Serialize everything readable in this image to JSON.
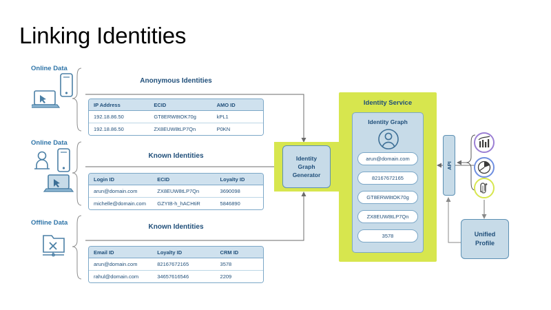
{
  "page": {
    "title": "Linking Identities",
    "background": "#ffffff",
    "accent_blue": "#1f4e79",
    "accent_green": "#d7e64e",
    "panel_blue": "#c7dbe8",
    "header_blue": "#cfe1ee",
    "border_blue": "#7ba7c7"
  },
  "sources": [
    {
      "label": "Online Data",
      "icons": [
        "laptop-icon",
        "smartphone-icon"
      ]
    },
    {
      "label": "Online Data",
      "icons": [
        "person-icon",
        "smartphone-icon",
        "laptop-icon"
      ]
    },
    {
      "label": "Offline Data",
      "icons": [
        "offline-file-icon"
      ]
    }
  ],
  "tables": [
    {
      "section_title": "Anonymous Identities",
      "columns": [
        "IP Address",
        "ECID",
        "AMO ID"
      ],
      "rows": [
        [
          "192.18.86.50",
          "GT8ERW8tOK70g",
          "kPL1"
        ],
        [
          "192.18.86.50",
          "ZX8EUW8tLP7Qn",
          "P0KN"
        ]
      ]
    },
    {
      "section_title": "Known Identities",
      "columns": [
        "Login ID",
        "ECID",
        "Loyalty ID"
      ],
      "rows": [
        [
          "arun@domain.com",
          "ZX8EUW8tLP7Qn",
          "3690098"
        ],
        [
          "michelle@domain.com",
          "GZYIB-h_hACHtiR",
          "5846890"
        ]
      ]
    },
    {
      "section_title": "Known Identities",
      "columns": [
        "Email ID",
        "Loyalty ID",
        "CRM ID"
      ],
      "rows": [
        [
          "arun@domain.com",
          "82167672165",
          "3578"
        ],
        [
          "rahul@domain.com",
          "34657616546",
          "2209"
        ]
      ]
    }
  ],
  "generator": {
    "line1": "Identity",
    "line2": "Graph",
    "line3": "Generator"
  },
  "identity_service": {
    "title": "Identity Service",
    "graph_title": "Identity Graph",
    "avatar_icon": "person-avatar-icon",
    "pills": [
      "arun@domain.com",
      "82167672165",
      "GT8ERW8tOK70g",
      "ZX8EUW8tLP7Qn",
      "3578"
    ]
  },
  "api": {
    "label": "API"
  },
  "unified_profile": {
    "line1": "Unified",
    "line2": "Profile"
  },
  "apps": [
    {
      "name": "analytics-chart-icon",
      "ring_color": "#9b7fd4"
    },
    {
      "name": "pie-chart-icon",
      "ring_color": "#6f8fe0"
    },
    {
      "name": "audience-manager-icon",
      "ring_color": "#d7e64e"
    }
  ]
}
